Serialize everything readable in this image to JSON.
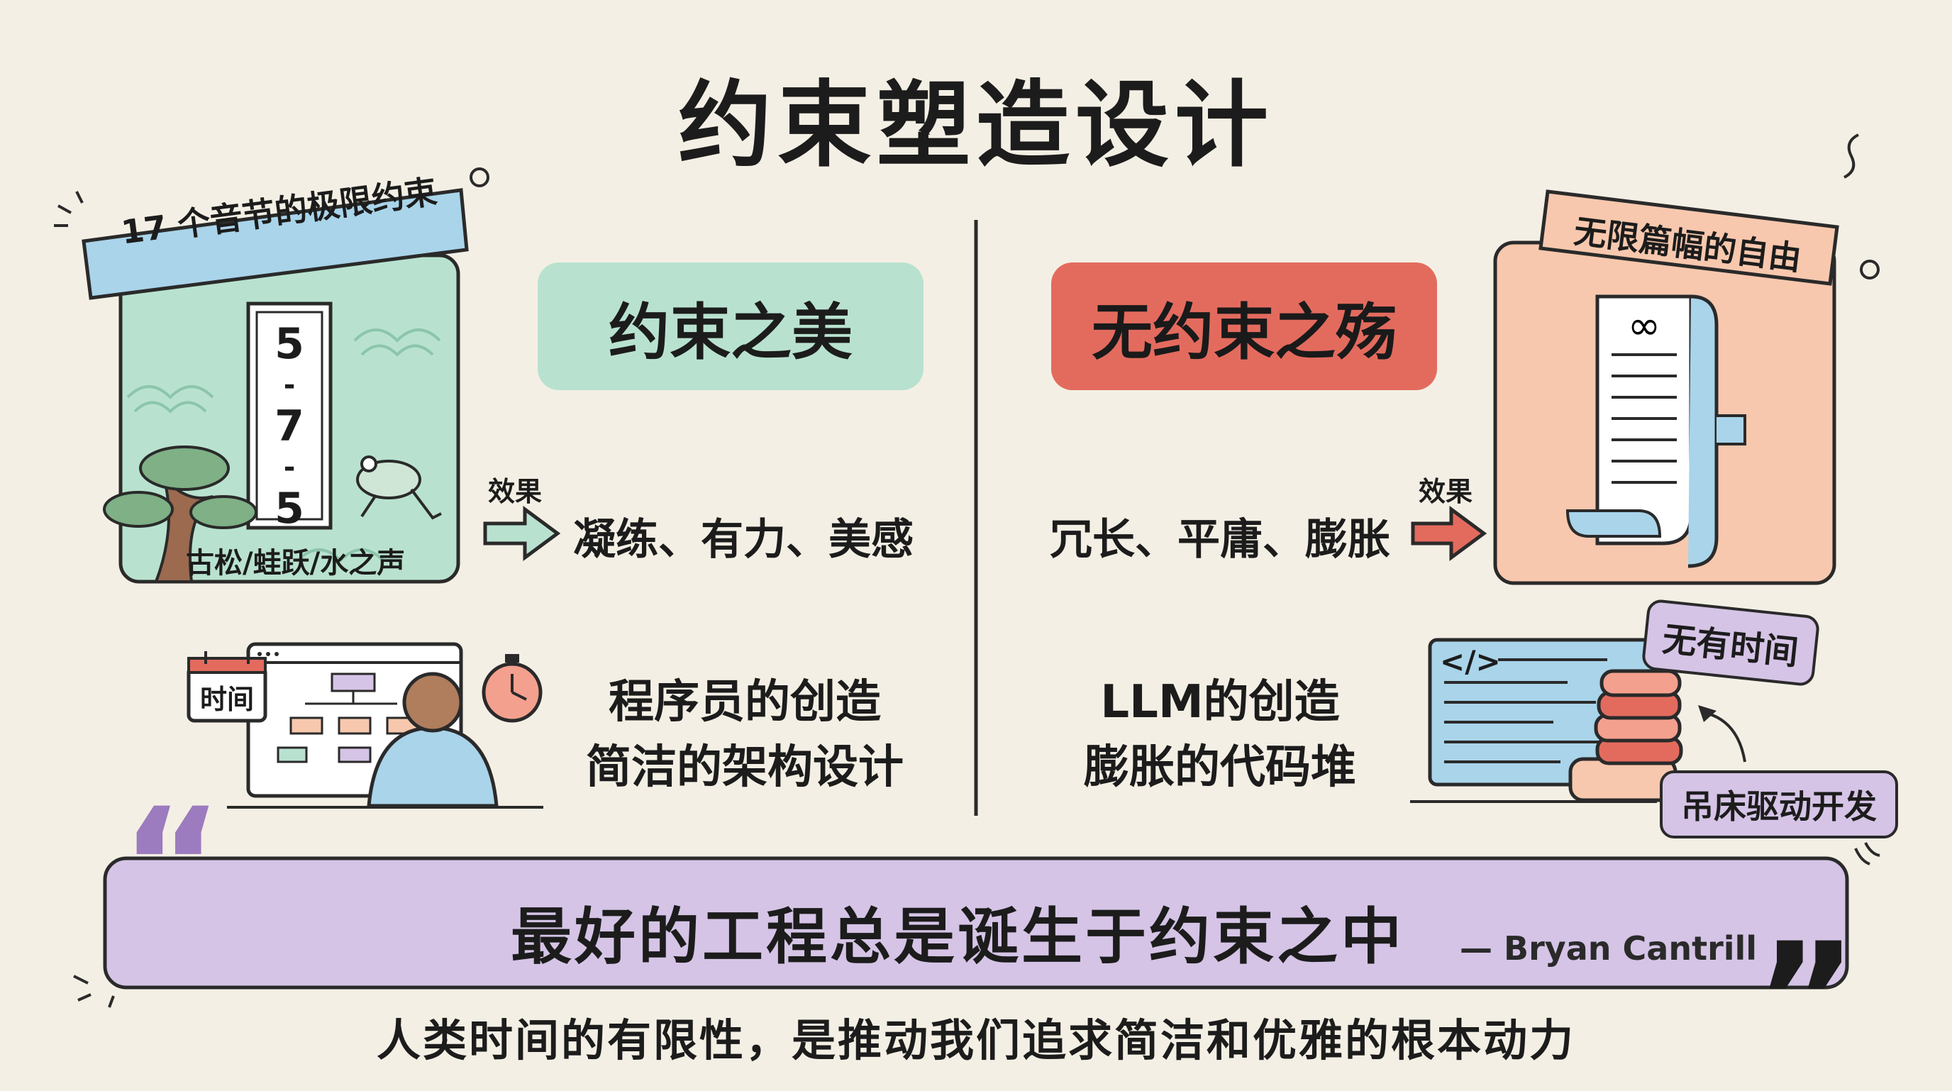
{
  "title": "约束塑造设计",
  "left": {
    "haiku_tag": "17 个音节的极限约束",
    "haiku_digits": [
      "5",
      "-",
      "7",
      "-",
      "5"
    ],
    "haiku_caption": "古松/蛙跃/水之声",
    "heading": "约束之美",
    "effect_label": "效果",
    "effect_text": "凝练、有力、美感",
    "calendar_label": "时间",
    "desc_line1": "程序员的创造",
    "desc_line2": "简洁的架构设计"
  },
  "right": {
    "heading": "无约束之殇",
    "scroll_tag": "无限篇幅的自由",
    "effect_label": "效果",
    "effect_text": "冗长、平庸、膨胀",
    "desc_line1": "LLM的创造",
    "desc_line2": "膨胀的代码堆",
    "code_symbol": "</>",
    "tag_no_time": "无有时间",
    "tag_hammock": "吊床驱动开发"
  },
  "quote": {
    "text": "最好的工程总是诞生于约束之中",
    "author": "— Bryan Cantrill",
    "open_mark": "“",
    "close_mark": "”"
  },
  "subtitle": "人类时间的有限性，是推动我们追求简洁和优雅的根本动力",
  "colors": {
    "background": "#f4efe4",
    "green": "#b8e2cf",
    "red": "#e36b5e",
    "peach": "#f7c8ae",
    "blue": "#a9d4ea",
    "purple": "#d5c4e6",
    "ink": "#1c1c1c"
  }
}
